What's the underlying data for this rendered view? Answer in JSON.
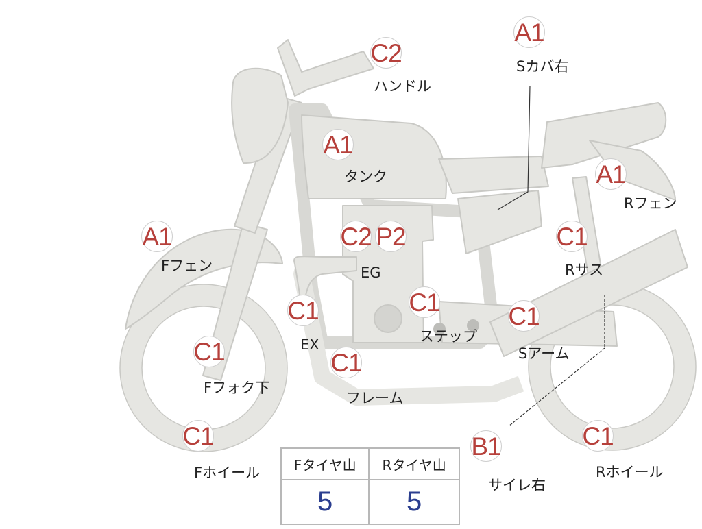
{
  "parts": [
    {
      "id": "handle",
      "grade": "C2",
      "label": "ハンドル"
    },
    {
      "id": "side-cover-right",
      "grade": "A1",
      "label": "Sカバ右"
    },
    {
      "id": "tank",
      "grade": "A1",
      "label": "タンク"
    },
    {
      "id": "rear-fender",
      "grade": "A1",
      "label": "Rフェン"
    },
    {
      "id": "front-fender",
      "grade": "A1",
      "label": "Fフェン"
    },
    {
      "id": "engine",
      "grade": "C2",
      "grade2": "P2",
      "label": "EG"
    },
    {
      "id": "rear-suspension",
      "grade": "C1",
      "label": "Rサス"
    },
    {
      "id": "exhaust",
      "grade": "C1",
      "label": "EX"
    },
    {
      "id": "step",
      "grade": "C1",
      "label": "ステップ"
    },
    {
      "id": "swing-arm",
      "grade": "C1",
      "label": "Sアーム"
    },
    {
      "id": "front-fork-lower",
      "grade": "C1",
      "label": "Fフォク下"
    },
    {
      "id": "frame",
      "grade": "C1",
      "label": "フレーム"
    },
    {
      "id": "front-wheel",
      "grade": "C1",
      "label": "Fホイール"
    },
    {
      "id": "silencer-right",
      "grade": "B1",
      "label": "サイレ右"
    },
    {
      "id": "rear-wheel",
      "grade": "C1",
      "label": "Rホイール"
    }
  ],
  "tires": {
    "headers": [
      "Fタイヤ山",
      "Rタイヤ山"
    ],
    "values": [
      "5",
      "5"
    ]
  },
  "colors": {
    "part_fill": "#e6e6e2",
    "part_outline": "#c9c9c5",
    "grade_text": "#b6403b",
    "tire_value": "#2b3e8f"
  }
}
